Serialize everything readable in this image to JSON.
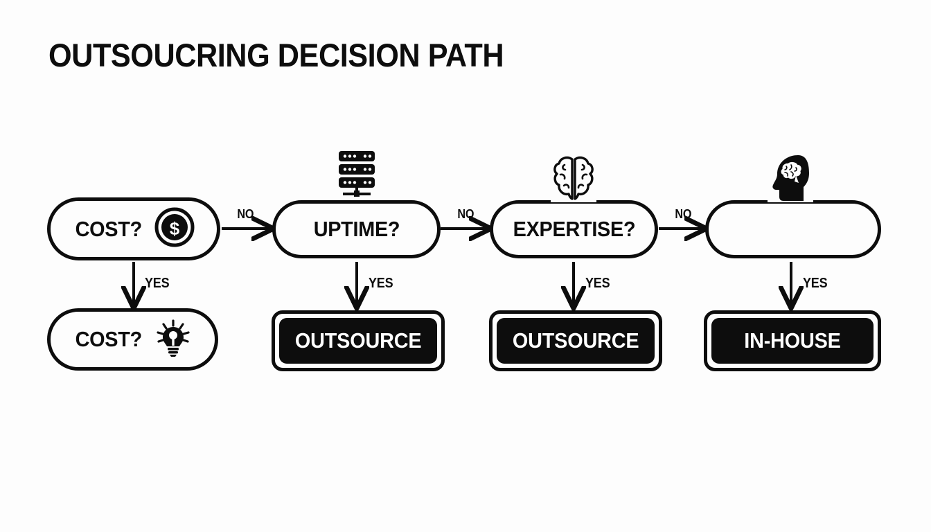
{
  "page": {
    "title": "OUTSOUCRING DECISION PATH",
    "background_color": "#fdfdfd",
    "ink_color": "#0d0d0d",
    "paper_color": "#ffffff"
  },
  "diagram": {
    "type": "decision-flowchart",
    "decision_nodes": [
      {
        "id": "cost",
        "label": "COST?",
        "icon": "dollar-coin-icon",
        "icon_placement": "inline"
      },
      {
        "id": "uptime",
        "label": "UPTIME?",
        "icon": "server-rack-icon",
        "icon_placement": "top"
      },
      {
        "id": "expertise",
        "label": "EXPERTISE?",
        "icon": "brain-outline-icon",
        "icon_placement": "top"
      },
      {
        "id": "final",
        "label": "",
        "icon": "head-with-brain-icon",
        "icon_placement": "top"
      }
    ],
    "outcome_nodes": [
      {
        "id": "outcome-1",
        "label": "COST?",
        "style": "outlined-pill",
        "icon": "lightbulb-icon"
      },
      {
        "id": "outcome-2",
        "label": "OUTSOURCE",
        "style": "black-box",
        "icon": ""
      },
      {
        "id": "outcome-3",
        "label": "OUTSOURCE",
        "style": "black-box",
        "icon": ""
      },
      {
        "id": "outcome-4",
        "label": "IN-HOUSE",
        "style": "black-box",
        "icon": ""
      }
    ],
    "edges": {
      "no_label": "NO",
      "yes_label": "YES",
      "no_edges": [
        {
          "from": "cost",
          "to": "uptime",
          "label": "NO"
        },
        {
          "from": "uptime",
          "to": "expertise",
          "label": "NO"
        },
        {
          "from": "expertise",
          "to": "final",
          "label": "NO"
        }
      ],
      "yes_edges": [
        {
          "from": "cost",
          "to": "outcome-1",
          "label": "YES"
        },
        {
          "from": "uptime",
          "to": "outcome-2",
          "label": "YES"
        },
        {
          "from": "expertise",
          "to": "outcome-3",
          "label": "YES"
        },
        {
          "from": "final",
          "to": "outcome-4",
          "label": "YES"
        }
      ]
    }
  }
}
